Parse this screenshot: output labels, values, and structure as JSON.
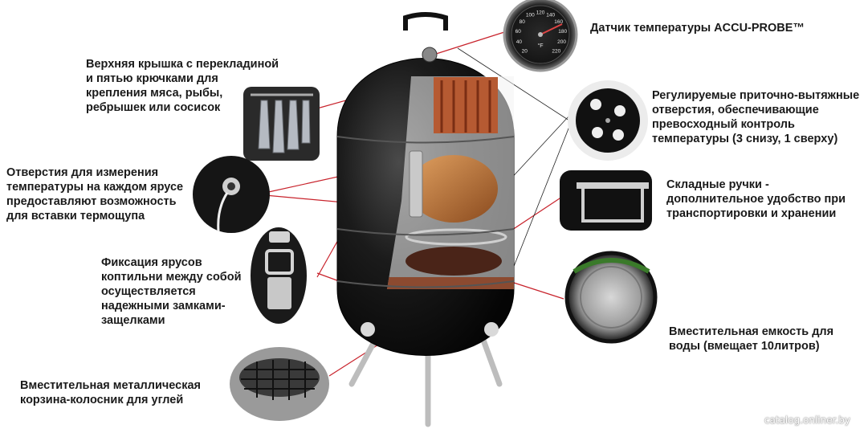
{
  "labels": {
    "accu_probe": "Датчик температуры ACCU-PROBE™",
    "top_lid": "Верхняя крышка с перекладиной\nи пятью крючками для\nкрепления мяса, рыбы,\nребрышек или сосисок",
    "vents": "Регулируемые приточно-вытяжные\nотверстия, обеспечивающие\nпревосходный контроль\nтемпературы (3 снизу, 1 сверху)",
    "probe_holes": "Отверстия для измерения\nтемпературы на каждом ярусе\nпредоставляют возможность\nдля вставки термощупа",
    "handles": "Складные ручки -\nдополнительное удобство при\nтранспортировки и хранении",
    "latches": "Фиксация ярусов\nкоптильни между собой\nосуществляется\nнадежными замками-\nзащелками",
    "water_pan": "Вместительная емкость для\nводы (вмещает 10литров)",
    "charcoal_basket": "Вместительная металлическая\nкорзина-колосник для углей"
  },
  "gauge": {
    "ticks": [
      "20",
      "40",
      "60",
      "80",
      "100",
      "120",
      "140",
      "160",
      "180",
      "200",
      "220"
    ],
    "unit": "°F"
  },
  "watermark": "catalog.onliner.by",
  "colors": {
    "callout_line": "#c8232c",
    "grill_body": "#121212",
    "text": "#1a1a1a"
  }
}
